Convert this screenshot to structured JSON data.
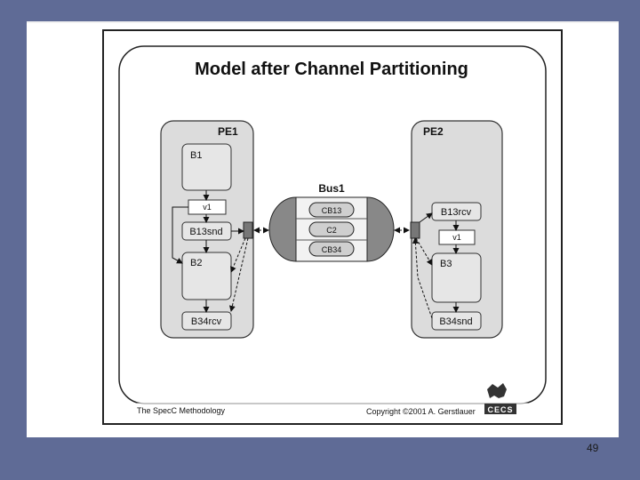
{
  "slide": {
    "title": "Model after Channel Partitioning",
    "footer_left": "The SpecC Methodology",
    "footer_right": "Copyright ©2001 A. Gerstlauer",
    "logo_text": "CECS",
    "page_number": "49"
  },
  "diagram": {
    "pe1": {
      "label": "PE1",
      "blocks": [
        "B1",
        "B13snd",
        "B2",
        "B34rcv"
      ],
      "variable": "v1"
    },
    "pe2": {
      "label": "PE2",
      "blocks": [
        "B13rcv",
        "B3",
        "B34snd"
      ],
      "variable": "v1"
    },
    "bus": {
      "label": "Bus1",
      "channels": [
        "CB13",
        "C2",
        "CB34"
      ]
    }
  }
}
